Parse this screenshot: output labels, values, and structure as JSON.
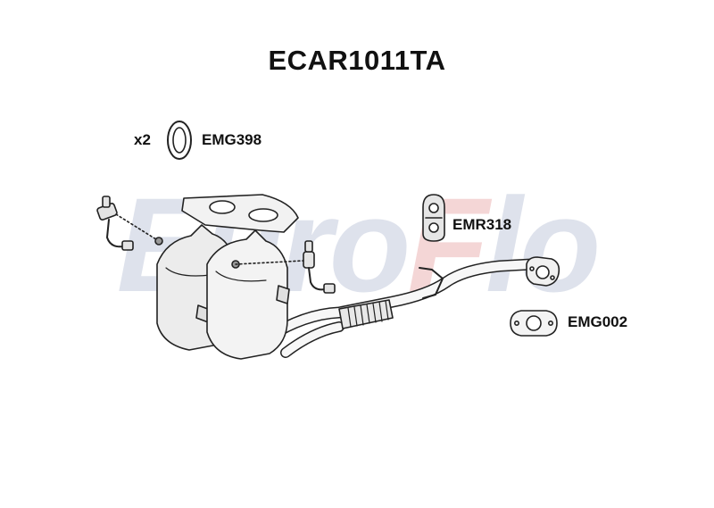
{
  "title": "ECAR1011TA",
  "watermark": {
    "prefix": "Euro",
    "accent": "F",
    "suffix": "lo"
  },
  "parts": {
    "gasket_ring": {
      "quantity": "x2",
      "code": "EMG398",
      "icon": "ring-gasket-icon"
    },
    "rubber_mount": {
      "code": "EMR318",
      "icon": "rubber-hanger-icon"
    },
    "flange_gasket": {
      "code": "EMG002",
      "icon": "flange-gasket-icon"
    }
  },
  "colors": {
    "line": "#222222",
    "part_fill": "#f7f7f7",
    "shade": "#d9d9d9",
    "watermark_blue": "#d4d9e6",
    "watermark_red": "#f1c9c9"
  }
}
